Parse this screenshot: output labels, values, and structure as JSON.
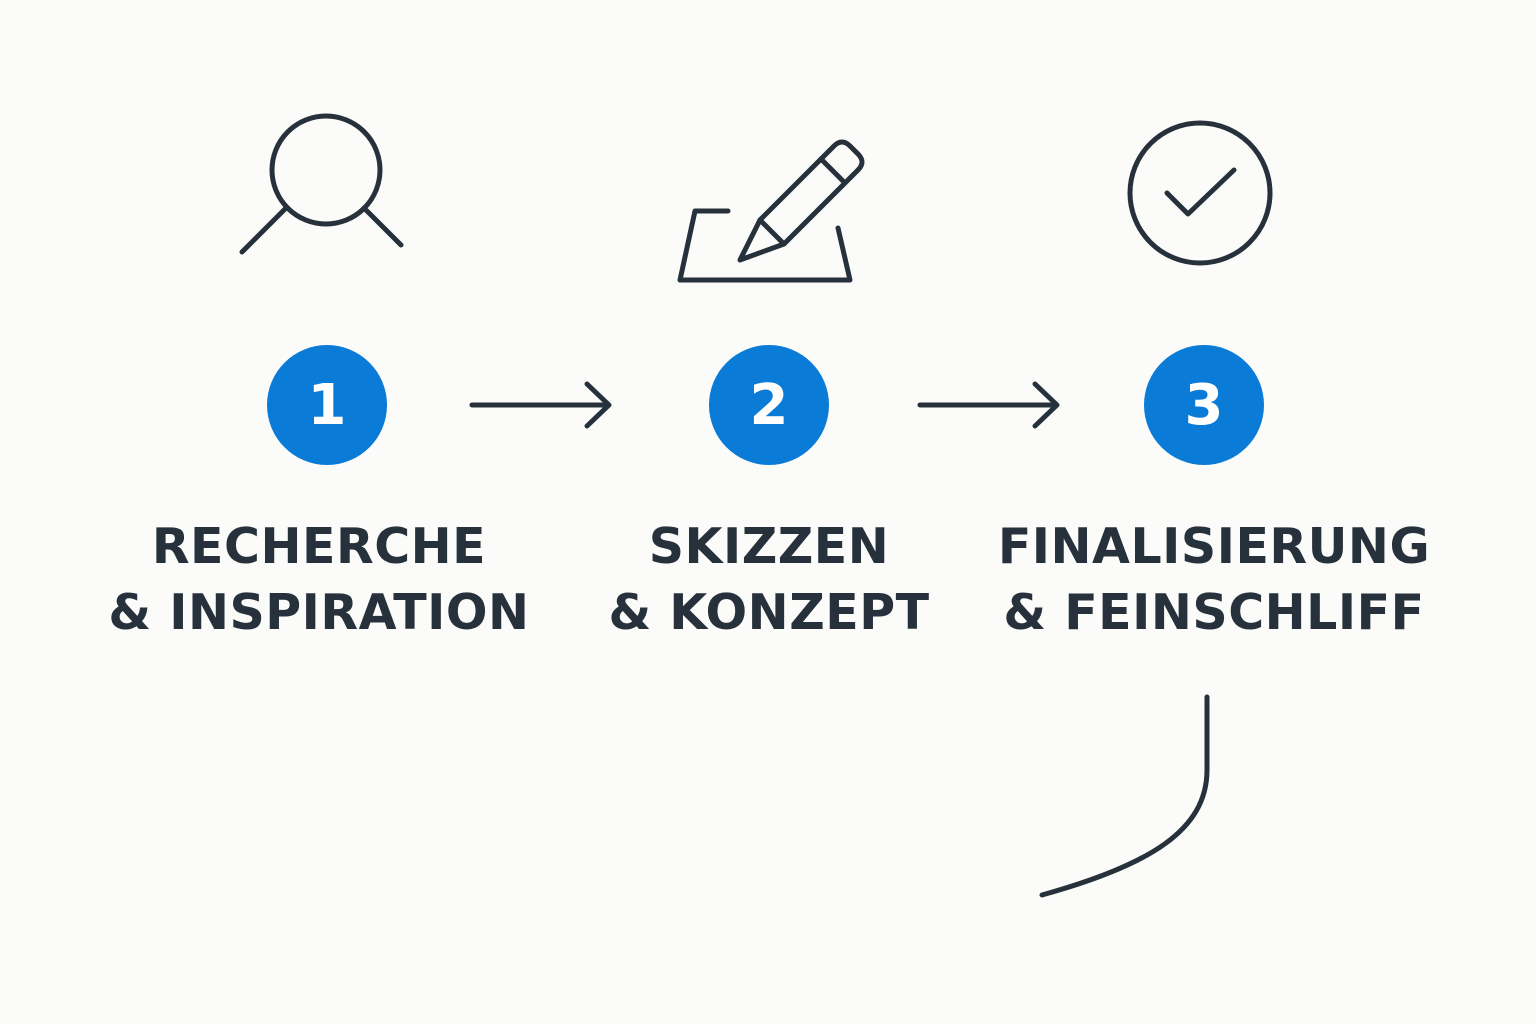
{
  "colors": {
    "accent": "#0a7bd7",
    "ink": "#27313b",
    "background": "#fbfbf9"
  },
  "steps": [
    {
      "number": "1",
      "icon": "search-icon",
      "label_line1": "RECHERCHE",
      "label_line2": "& INSPIRATION"
    },
    {
      "number": "2",
      "icon": "pencil-sketch-icon",
      "label_line1": "SKIZZEN",
      "label_line2": "& KONZEPT"
    },
    {
      "number": "3",
      "icon": "check-circle-icon",
      "label_line1": "FINALISIERUNG",
      "label_line2": "& FEINSCHLIFF"
    }
  ],
  "connectors": [
    "arrow-right-icon",
    "arrow-right-icon",
    "curved-line"
  ]
}
